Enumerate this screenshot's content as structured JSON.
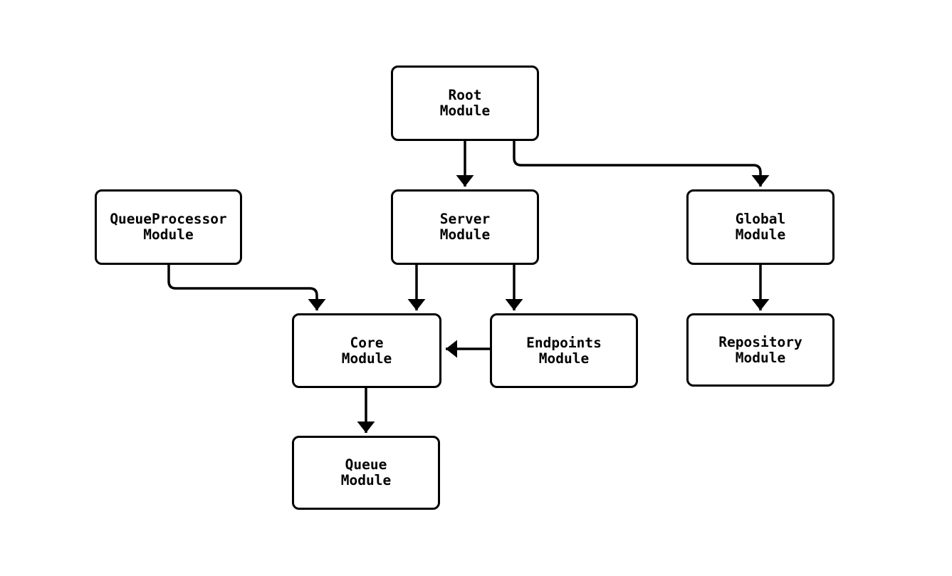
{
  "diagram": {
    "colors": {
      "background": "#ffffff",
      "box_fill": "#ffffff",
      "box_border": "#000000",
      "line": "#000000",
      "text": "#000000"
    },
    "nodes": [
      {
        "id": "root",
        "label": "Root\nModule"
      },
      {
        "id": "queueprocessor",
        "label": "QueueProcessor\nModule"
      },
      {
        "id": "server",
        "label": "Server\nModule"
      },
      {
        "id": "global",
        "label": "Global\nModule"
      },
      {
        "id": "core",
        "label": "Core\nModule"
      },
      {
        "id": "endpoints",
        "label": "Endpoints\nModule"
      },
      {
        "id": "repository",
        "label": "Repository\nModule"
      },
      {
        "id": "queue",
        "label": "Queue\nModule"
      }
    ],
    "edges": [
      {
        "from": "root",
        "to": "server"
      },
      {
        "from": "root",
        "to": "global"
      },
      {
        "from": "queueprocessor",
        "to": "core"
      },
      {
        "from": "server",
        "to": "core"
      },
      {
        "from": "server",
        "to": "endpoints"
      },
      {
        "from": "endpoints",
        "to": "core"
      },
      {
        "from": "global",
        "to": "repository"
      },
      {
        "from": "core",
        "to": "queue"
      }
    ]
  }
}
